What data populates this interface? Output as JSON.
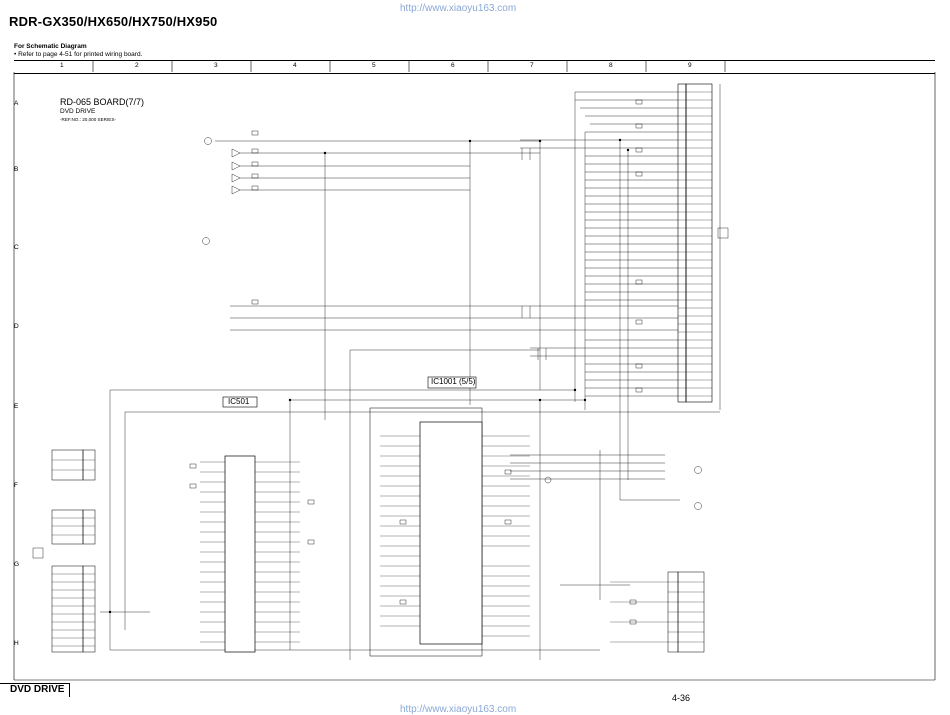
{
  "header": {
    "url_top": "http://www.xiaoyu163.com",
    "title": "RDR-GX350/HX650/HX750/HX950",
    "note_heading": "For Schematic Diagram",
    "note_text": "• Refer to page 4-51 for printed wiring board."
  },
  "grid": {
    "columns": [
      "1",
      "2",
      "3",
      "4",
      "5",
      "6",
      "7",
      "8",
      "9"
    ],
    "rows": [
      "A",
      "B",
      "C",
      "D",
      "E",
      "F",
      "G",
      "H"
    ]
  },
  "board": {
    "name": "RD-065 BOARD(7/7)",
    "subtitle": "DVD DRIVE",
    "ref": "-REF.NO.: 20,000 SERIES-"
  },
  "ic_labels": {
    "ic501": "IC501",
    "ic1001": "IC1001 (5/5)"
  },
  "footer": {
    "section": "DVD DRIVE",
    "page": "4-36",
    "url_bottom": "http://www.xiaoyu163.com"
  },
  "colors": {
    "line": "#000000",
    "watermark": "#d9d9d9",
    "url": "#8aa7d6"
  }
}
